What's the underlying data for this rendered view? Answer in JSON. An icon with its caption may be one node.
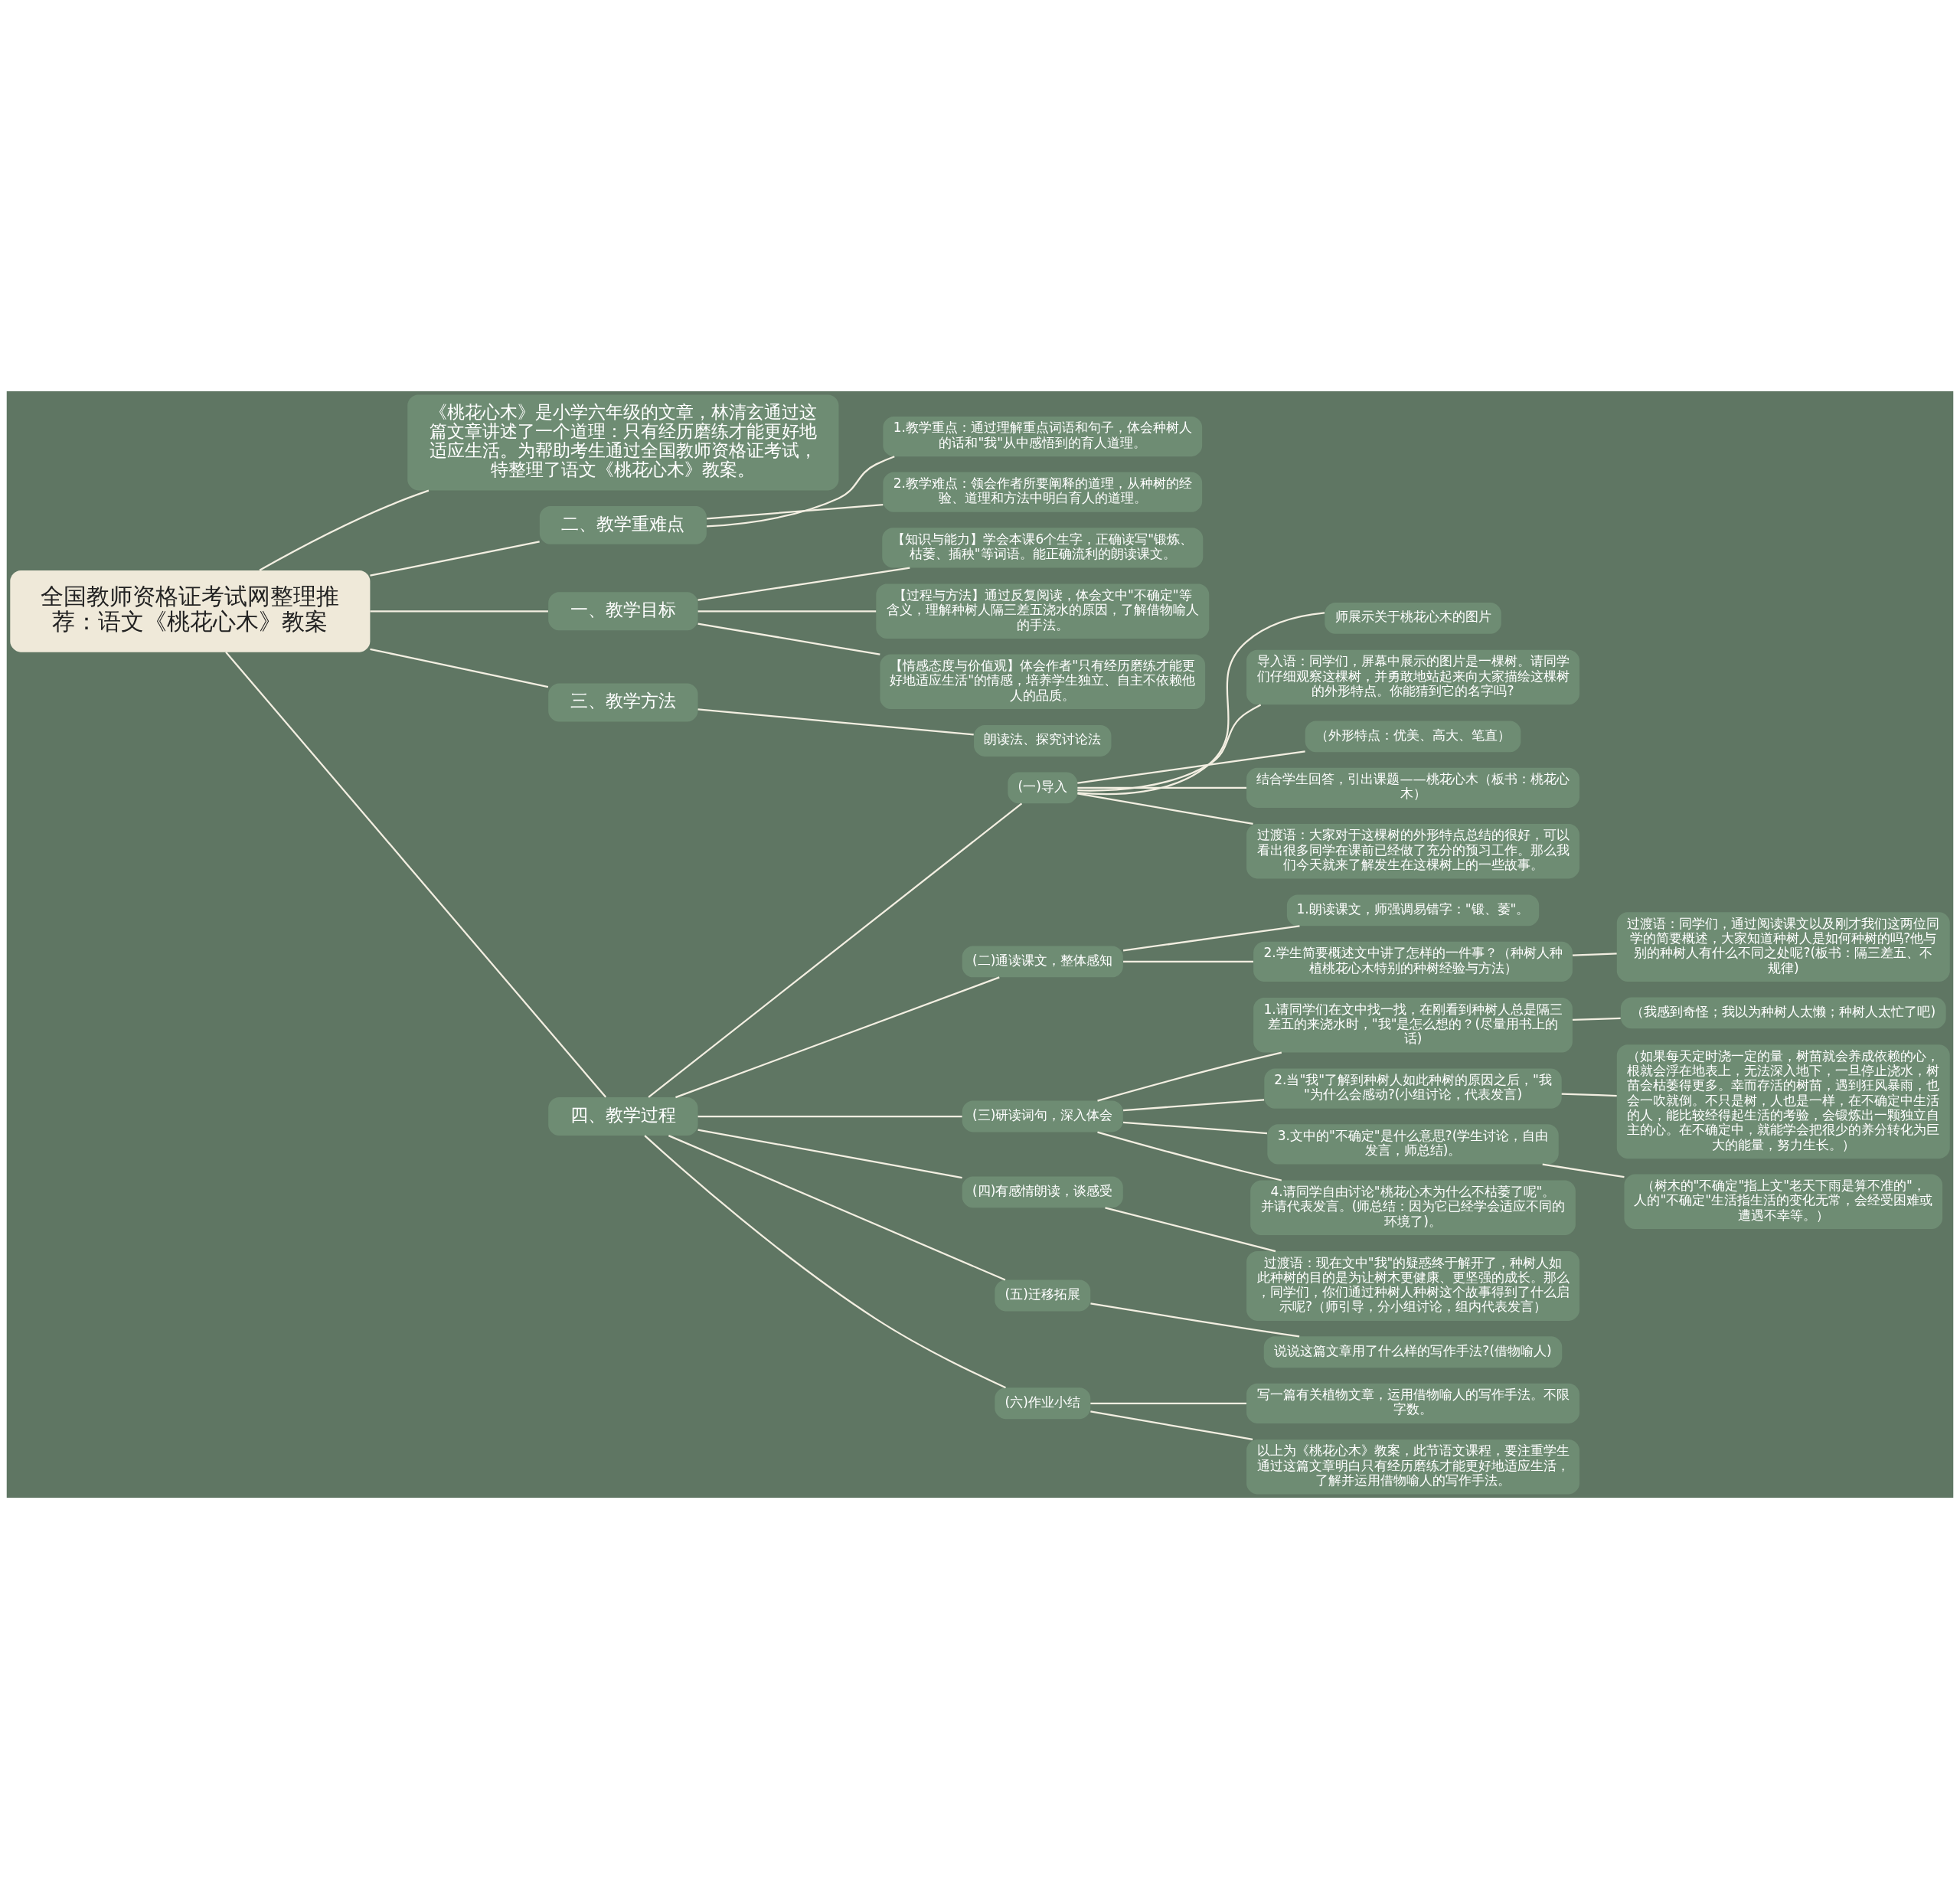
{
  "diagram": {
    "nodes": [
      {
        "text": [
          "全国教师资格证考试网整理推荐：语文《桃花心木》教案"
        ]
      },
      {
        "text": [
          "《桃花心木》是小学六年级的文章，林清玄通过这篇文章讲述了一个道理：只有经历磨练才能更好地适应生活。为帮助考生通过全国教师资格证考试，特整理了语文《桃花心木》教案。"
        ]
      },
      {
        "text": [
          "二、教学重难点"
        ]
      },
      {
        "text": [
          "1.教学重点：通过理解重点词语和句子，体会种树人的话和\"我\"从中感悟到的育人道理。"
        ]
      },
      {
        "text": [
          "2.教学难点：领会作者所要阐释的道理，从种树的经验、道理和方法中明白育人的道理。"
        ]
      },
      {
        "text": [
          "一、教学目标"
        ]
      },
      {
        "text": [
          "【知识与能力】学会本课6个生字，正确读写\"锻炼、枯萎、插秧\"等词语。能正确流利的朗读课文。"
        ]
      },
      {
        "text": [
          "【过程与方法】通过反复阅读，体会文中\"不确定\"等含义，理解种树人隔三差五浇水的原因，了解借物喻人的手法。"
        ]
      },
      {
        "text": [
          "【情感态度与价值观】体会作者\"只有经历磨练才能更好地适应生活\"的情感，培养学生独立、自主不依赖他人的品质。"
        ]
      },
      {
        "text": [
          "三、教学方法"
        ]
      },
      {
        "text": [
          "朗读法、探究讨论法"
        ]
      },
      {
        "text": [
          "四、教学过程"
        ]
      },
      {
        "text": [
          "(一)导入"
        ]
      },
      {
        "text": [
          "师展示关于桃花心木的图片"
        ]
      },
      {
        "text": [
          "导入语：同学们，屏幕中展示的图片是一棵树。请同学们仔细观察这棵树，并勇敢地站起来向大家描绘这棵树的外形特点。你能猜到它的名字吗?"
        ]
      },
      {
        "text": [
          "（外形特点：优美、高大、笔直）"
        ]
      },
      {
        "text": [
          "结合学生回答，引出课题——桃花心木（板书：桃花心木）"
        ]
      },
      {
        "text": [
          "过渡语：大家对于这棵树的外形特点总结的很好，可以看出很多同学在课前已经做了充分的预习工作。那么我们今天就来了解发生在这棵树上的一些故事。"
        ]
      },
      {
        "text": [
          "(二)通读课文，整体感知"
        ]
      },
      {
        "text": [
          "1.朗读课文，师强调易错字：\"锻、萎\"。"
        ]
      },
      {
        "text": [
          "2.学生简要概述文中讲了怎样的一件事？（种树人种植桃花心木特别的种树经验与方法）"
        ]
      },
      {
        "text": [
          "过渡语：同学们，通过阅读课文以及刚才我们这两位同学的简要概述，大家知道种树人是如何种树的吗?他与别的种树人有什么不同之处呢?(板书：隔三差五、不规律)"
        ]
      },
      {
        "text": [
          "(三)研读词句，深入体会"
        ]
      },
      {
        "text": [
          "1.请同学们在文中找一找，在刚看到种树人总是隔三差五的来浇水时，\"我\"是怎么想的？(尽量用书上的话)"
        ]
      },
      {
        "text": [
          "（我感到奇怪；我以为种树人太懒；种树人太忙了吧)"
        ]
      },
      {
        "text": [
          "2.当\"我\"了解到种树人如此种树的原因之后，\"我\"为什么会感动?(小组讨论，代表发言)"
        ]
      },
      {
        "text": [
          "（如果每天定时浇一定的量，树苗就会养成依赖的心，根就会浮在地表上，无法深入地下，一旦停止浇水，树苗会枯萎得更多。幸而存活的树苗，遇到狂风暴雨，也会一吹就倒。不只是树，人也是一样，在不确定中生活的人，能比较经得起生活的考验，会锻炼出一颗独立自主的心。在不确定中，就能学会把很少的养分转化为巨大的能量，努力生长。）"
        ]
      },
      {
        "text": [
          "3.文中的\"不确定\"是什么意思?(学生讨论，自由发言，师总结)。"
        ]
      },
      {
        "text": [
          "（树木的\"不确定\"指上文\"老天下雨是算不准的\"，人的\"不确定\"生活指生活的变化无常，会经受困难或遭遇不幸等。）"
        ]
      },
      {
        "text": [
          "4.请同学自由讨论\"桃花心木为什么不枯萎了呢\"。并请代表发言。(师总结：因为它已经学会适应不同的环境了)。"
        ]
      },
      {
        "text": [
          "(四)有感情朗读，谈感受"
        ]
      },
      {
        "text": [
          "过渡语：现在文中\"我\"的疑惑终于解开了，种树人如此种树的目的是为让树木更健康、更坚强的成长。那么，同学们，你们通过种树人种树这个故事得到了什么启示呢?（师引导，分小组讨论，组内代表发言）"
        ]
      },
      {
        "text": [
          "(五)迁移拓展"
        ]
      },
      {
        "text": [
          "说说这篇文章用了什么样的写作手法?(借物喻人)"
        ]
      },
      {
        "text": [
          "(六)作业小结"
        ]
      },
      {
        "text": [
          "写一篇有关植物文章，运用借物喻人的写作手法。不限字数。"
        ]
      },
      {
        "text": [
          "以上为《桃花心木》教案，此节语文课程，要注重学生通过这篇文章明白只有经历磨练才能更好地适应生活，了解并运用借物喻人的写作手法。"
        ]
      }
    ],
    "edges": [
      {
        "from": 0,
        "to": 1,
        "arrow": "none"
      },
      {
        "from": 0,
        "to": 2,
        "arrow": "none"
      },
      {
        "from": 2,
        "to": 3,
        "arrow": "none"
      },
      {
        "from": 2,
        "to": 4,
        "arrow": "none"
      },
      {
        "from": 0,
        "to": 5,
        "arrow": "none"
      },
      {
        "from": 5,
        "to": 6,
        "arrow": "none"
      },
      {
        "from": 5,
        "to": 7,
        "arrow": "none"
      },
      {
        "from": 5,
        "to": 8,
        "arrow": "none"
      },
      {
        "from": 0,
        "to": 9,
        "arrow": "none"
      },
      {
        "from": 9,
        "to": 10,
        "arrow": "none"
      },
      {
        "from": 0,
        "to": 11,
        "arrow": "none"
      },
      {
        "from": 11,
        "to": 12,
        "arrow": "none"
      },
      {
        "from": 12,
        "to": 13,
        "arrow": "none"
      },
      {
        "from": 12,
        "to": 14,
        "arrow": "none"
      },
      {
        "from": 12,
        "to": 15,
        "arrow": "none"
      },
      {
        "from": 12,
        "to": 16,
        "arrow": "none"
      },
      {
        "from": 12,
        "to": 17,
        "arrow": "none"
      },
      {
        "from": 11,
        "to": 18,
        "arrow": "none"
      },
      {
        "from": 18,
        "to": 19,
        "arrow": "none"
      },
      {
        "from": 18,
        "to": 20,
        "arrow": "none"
      },
      {
        "from": 20,
        "to": 21,
        "arrow": "none"
      },
      {
        "from": 11,
        "to": 22,
        "arrow": "none"
      },
      {
        "from": 22,
        "to": 23,
        "arrow": "none"
      },
      {
        "from": 23,
        "to": 24,
        "arrow": "none"
      },
      {
        "from": 22,
        "to": 25,
        "arrow": "none"
      },
      {
        "from": 25,
        "to": 26,
        "arrow": "none"
      },
      {
        "from": 22,
        "to": 27,
        "arrow": "none"
      },
      {
        "from": 27,
        "to": 28,
        "arrow": "none"
      },
      {
        "from": 22,
        "to": 29,
        "arrow": "none"
      },
      {
        "from": 11,
        "to": 30,
        "arrow": "none"
      },
      {
        "from": 30,
        "to": 31,
        "arrow": "none"
      },
      {
        "from": 11,
        "to": 32,
        "arrow": "none"
      },
      {
        "from": 32,
        "to": 33,
        "arrow": "none"
      },
      {
        "from": 11,
        "to": 34,
        "arrow": "none"
      },
      {
        "from": 34,
        "to": 35,
        "arrow": "none"
      },
      {
        "from": 34,
        "to": 36,
        "arrow": "none"
      }
    ]
  }
}
